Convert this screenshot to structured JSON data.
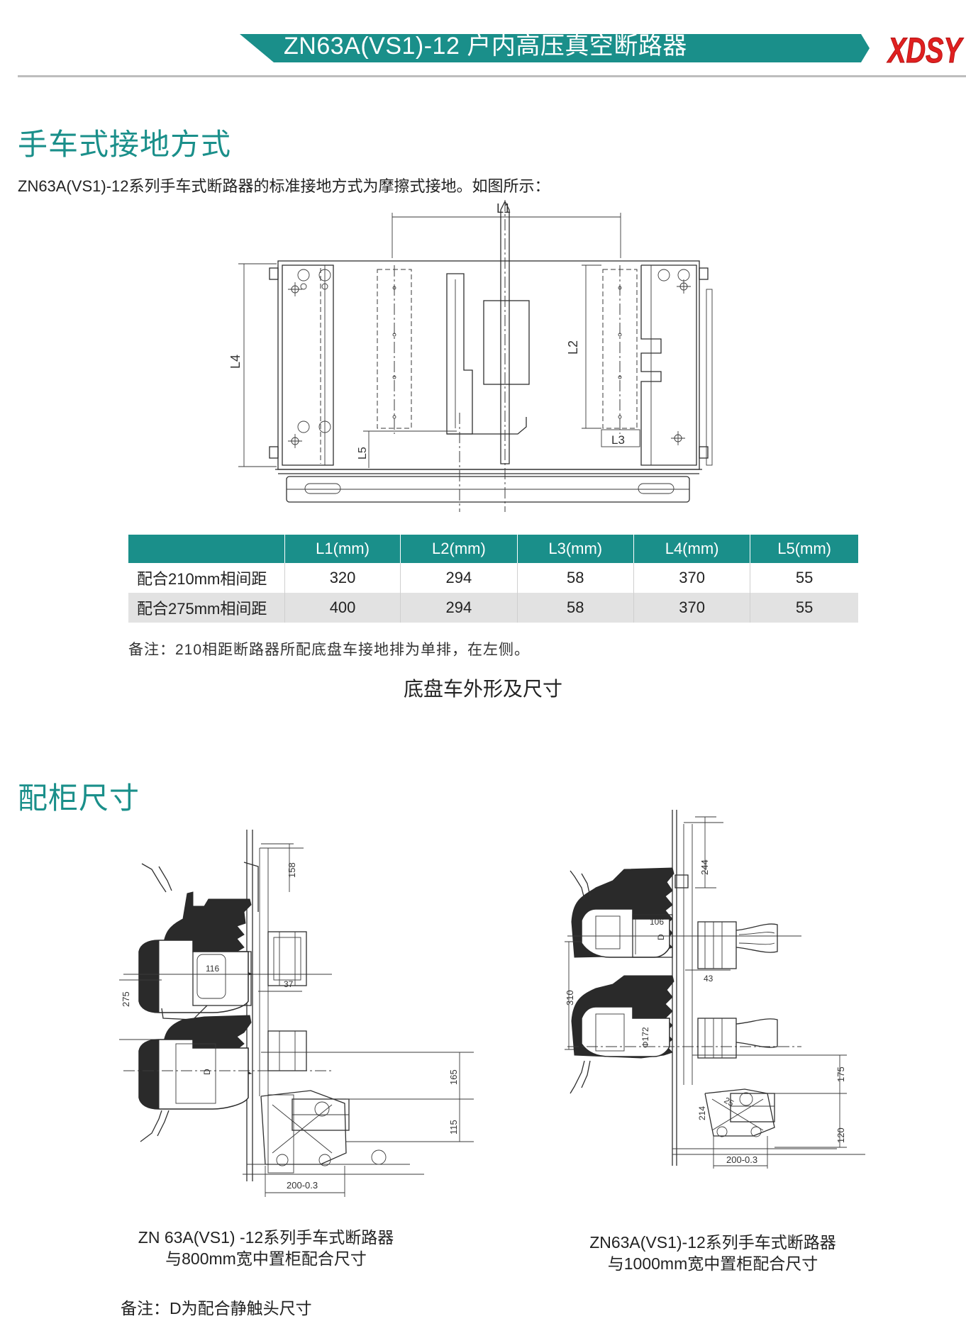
{
  "header": {
    "title": "ZN63A(VS1)-12  户内高压真空断路器",
    "logo_text": "XDSY"
  },
  "section1": {
    "heading": "手车式接地方式",
    "description": "ZN63A(VS1)-12系列手车式断路器的标准接地方式为摩擦式接地。如图所示："
  },
  "chassis_drawing": {
    "dim_labels": [
      "L1",
      "L2",
      "L3",
      "L4",
      "L5"
    ]
  },
  "dimension_table": {
    "columns": [
      "",
      "L1(mm)",
      "L2(mm)",
      "L3(mm)",
      "L4(mm)",
      "L5(mm)"
    ],
    "rows": [
      {
        "label": "配合210mm相间距",
        "values": [
          "320",
          "294",
          "58",
          "370",
          "55"
        ]
      },
      {
        "label": "配合275mm相间距",
        "values": [
          "400",
          "294",
          "58",
          "370",
          "55"
        ]
      }
    ]
  },
  "table_note": "备注：210相距断路器所配底盘车接地排为单排，在左侧。",
  "chassis_caption": "底盘车外形及尺寸",
  "section2": {
    "heading": "配柜尺寸"
  },
  "drawing_800": {
    "dims": [
      "158",
      "116",
      "37",
      "275",
      "D",
      "165",
      "115",
      "200-0.3"
    ],
    "caption_line1": "ZN 63A(VS1) -12系列手车式断路器",
    "caption_line2": "与800mm宽中置柜配合尺寸"
  },
  "drawing_1000": {
    "dims": [
      "244",
      "106",
      "D",
      "43",
      "310",
      "Φ172",
      "175",
      "214",
      "25",
      "120",
      "200-0.3"
    ],
    "caption_line1": "ZN63A(VS1)-12系列手车式断路器",
    "caption_line2": "与1000mm宽中置柜配合尺寸"
  },
  "footer_note": "备注：D为配合静触头尺寸",
  "colors": {
    "accent": "#1a8f8a",
    "table_header": "#1a8f8a",
    "row_alt": "#e2e2e2",
    "logo_red": "#e02020",
    "divider": "#bdbdbd"
  }
}
